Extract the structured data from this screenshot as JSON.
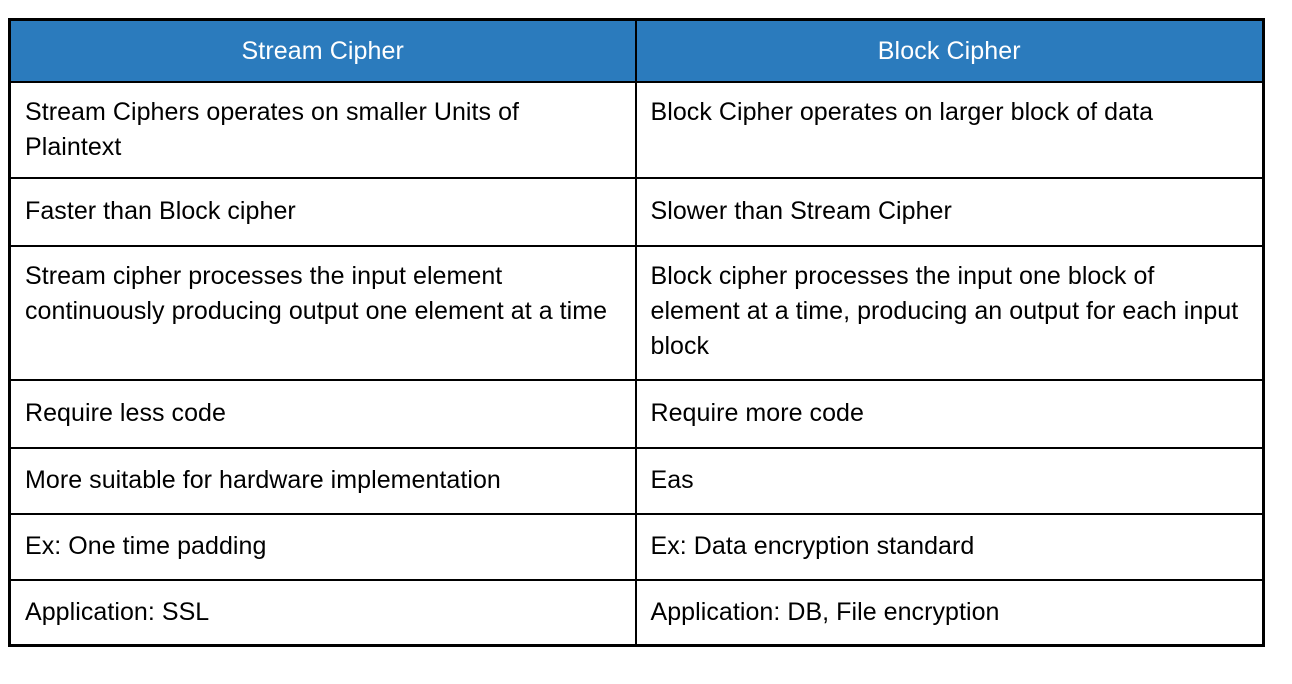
{
  "table": {
    "headers": [
      {
        "label": "Stream Cipher"
      },
      {
        "label": "Block Cipher"
      }
    ],
    "rows": [
      {
        "stream": "Stream Ciphers operates on smaller Units of Plaintext",
        "block": "Block Cipher operates on larger block of data"
      },
      {
        "stream": "Faster than Block cipher",
        "block": "Slower than Stream Cipher"
      },
      {
        "stream": "Stream cipher processes the input element continuously producing output one element at a time",
        "block": "Block cipher processes the input one block of element at a time, producing an output for each input block"
      },
      {
        "stream": "Require less code",
        "block": "Require more code"
      },
      {
        "stream": "More suitable for hardware implementation",
        "block": "Eas"
      },
      {
        "stream": "Ex: One time padding",
        "block": "Ex: Data encryption standard"
      },
      {
        "stream": "Application: SSL",
        "block": "Application: DB, File encryption"
      }
    ]
  },
  "colors": {
    "header_background": "#2b7bbd",
    "header_text": "#ffffff",
    "body_text": "#000000",
    "border": "#000000",
    "page_background": "#ffffff"
  }
}
